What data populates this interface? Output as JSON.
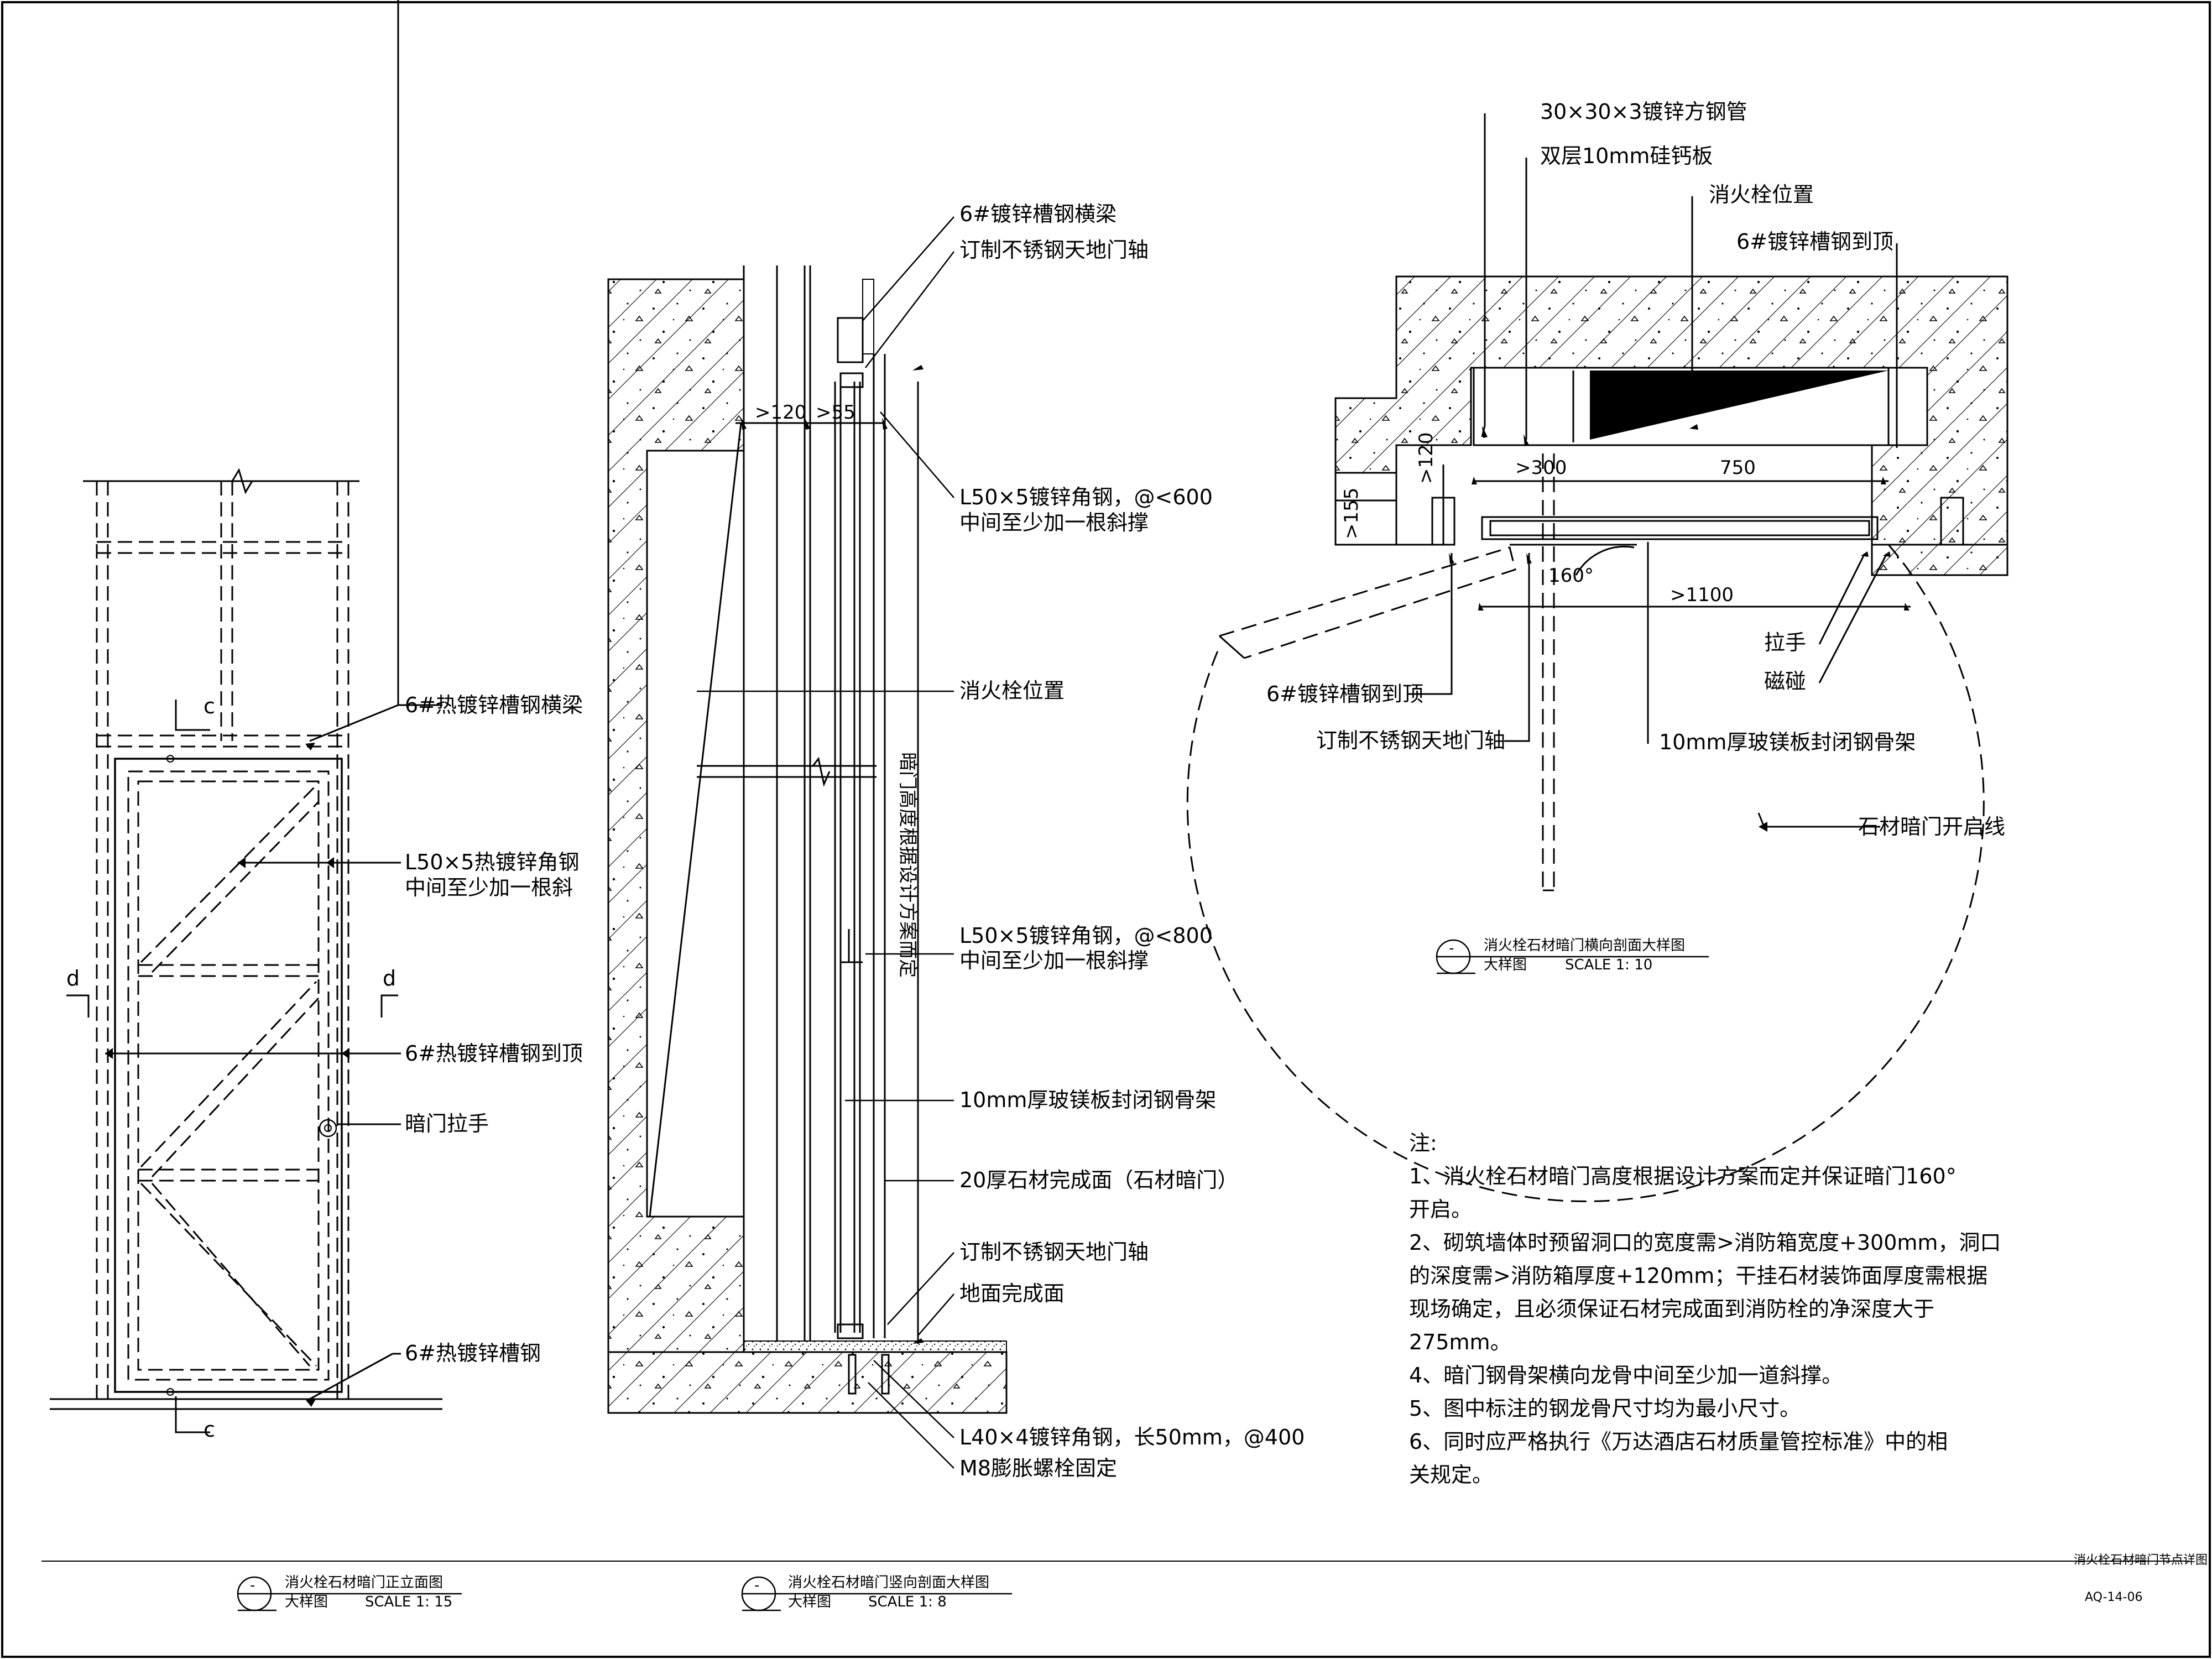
{
  "elevation": {
    "section_c_top": "c",
    "section_c_bottom": "c",
    "section_d_left": "d",
    "section_d_right": "d",
    "callouts": [
      "6#热镀锌槽钢横梁",
      "L50×5热镀锌角钢",
      "中间至少加一根斜",
      "6#热镀锌槽钢到顶",
      "暗门拉手",
      "6#热镀锌槽钢"
    ],
    "title": {
      "symbol": "-",
      "name": "消火栓石材暗门正立面图",
      "kind": "大样图",
      "scale": "SCALE 1: 15"
    }
  },
  "vertical_section": {
    "dims": [
      ">120",
      ">55"
    ],
    "vertical_note": "暗门高度根据设计方案而定",
    "callouts": [
      "6#镀锌槽钢横梁",
      "订制不锈钢天地门轴",
      "L50×5镀锌角钢，@<600",
      "中间至少加一根斜撑",
      "消火栓位置",
      "L50×5镀锌角钢，@<800",
      "中间至少加一根斜撑",
      "10mm厚玻镁板封闭钢骨架",
      "20厚石材完成面（石材暗门）",
      "订制不锈钢天地门轴",
      "地面完成面",
      "L40×4镀锌角钢，长50mm，@400",
      "M8膨胀螺栓固定"
    ],
    "title": {
      "symbol": "-",
      "name": "消火栓石材暗门竖向剖面大样图",
      "kind": "大样图",
      "scale": "SCALE 1: 8"
    }
  },
  "horizontal_section": {
    "dims": [
      ">300",
      "750",
      ">120",
      ">155",
      ">1100",
      "160°"
    ],
    "callouts": [
      "30×30×3镀锌方钢管",
      "双层10mm硅钙板",
      "消火栓位置",
      "6#镀锌槽钢到顶",
      "拉手",
      "磁碰",
      "6#镀锌槽钢到顶",
      "订制不锈钢天地门轴",
      "10mm厚玻镁板封闭钢骨架",
      "石材暗门开启线"
    ],
    "title": {
      "symbol": "-",
      "name": "消火栓石材暗门横向剖面大样图",
      "kind": "大样图",
      "scale": "SCALE 1: 10"
    }
  },
  "notes": {
    "heading": "注:",
    "lines": [
      "1、消火栓石材暗门高度根据设计方案而定并保证暗门160°",
      "开启。",
      "2、砌筑墙体时预留洞口的宽度需>消防箱宽度+300mm，洞口",
      "的深度需>消防箱厚度+120mm；干挂石材装饰面厚度需根据",
      "现场确定，且必须保证石材完成面到消防栓的净深度大于",
      "275mm。",
      "4、暗门钢骨架横向龙骨中间至少加一道斜撑。",
      "5、图中标注的钢龙骨尺寸均为最小尺寸。",
      "6、同时应严格执行《万达酒店石材质量管控标准》中的相",
      "关规定。"
    ]
  },
  "sheet": {
    "drawing_title": "消火栓石材暗门节点详图",
    "drawing_number": "AQ-14-06"
  }
}
